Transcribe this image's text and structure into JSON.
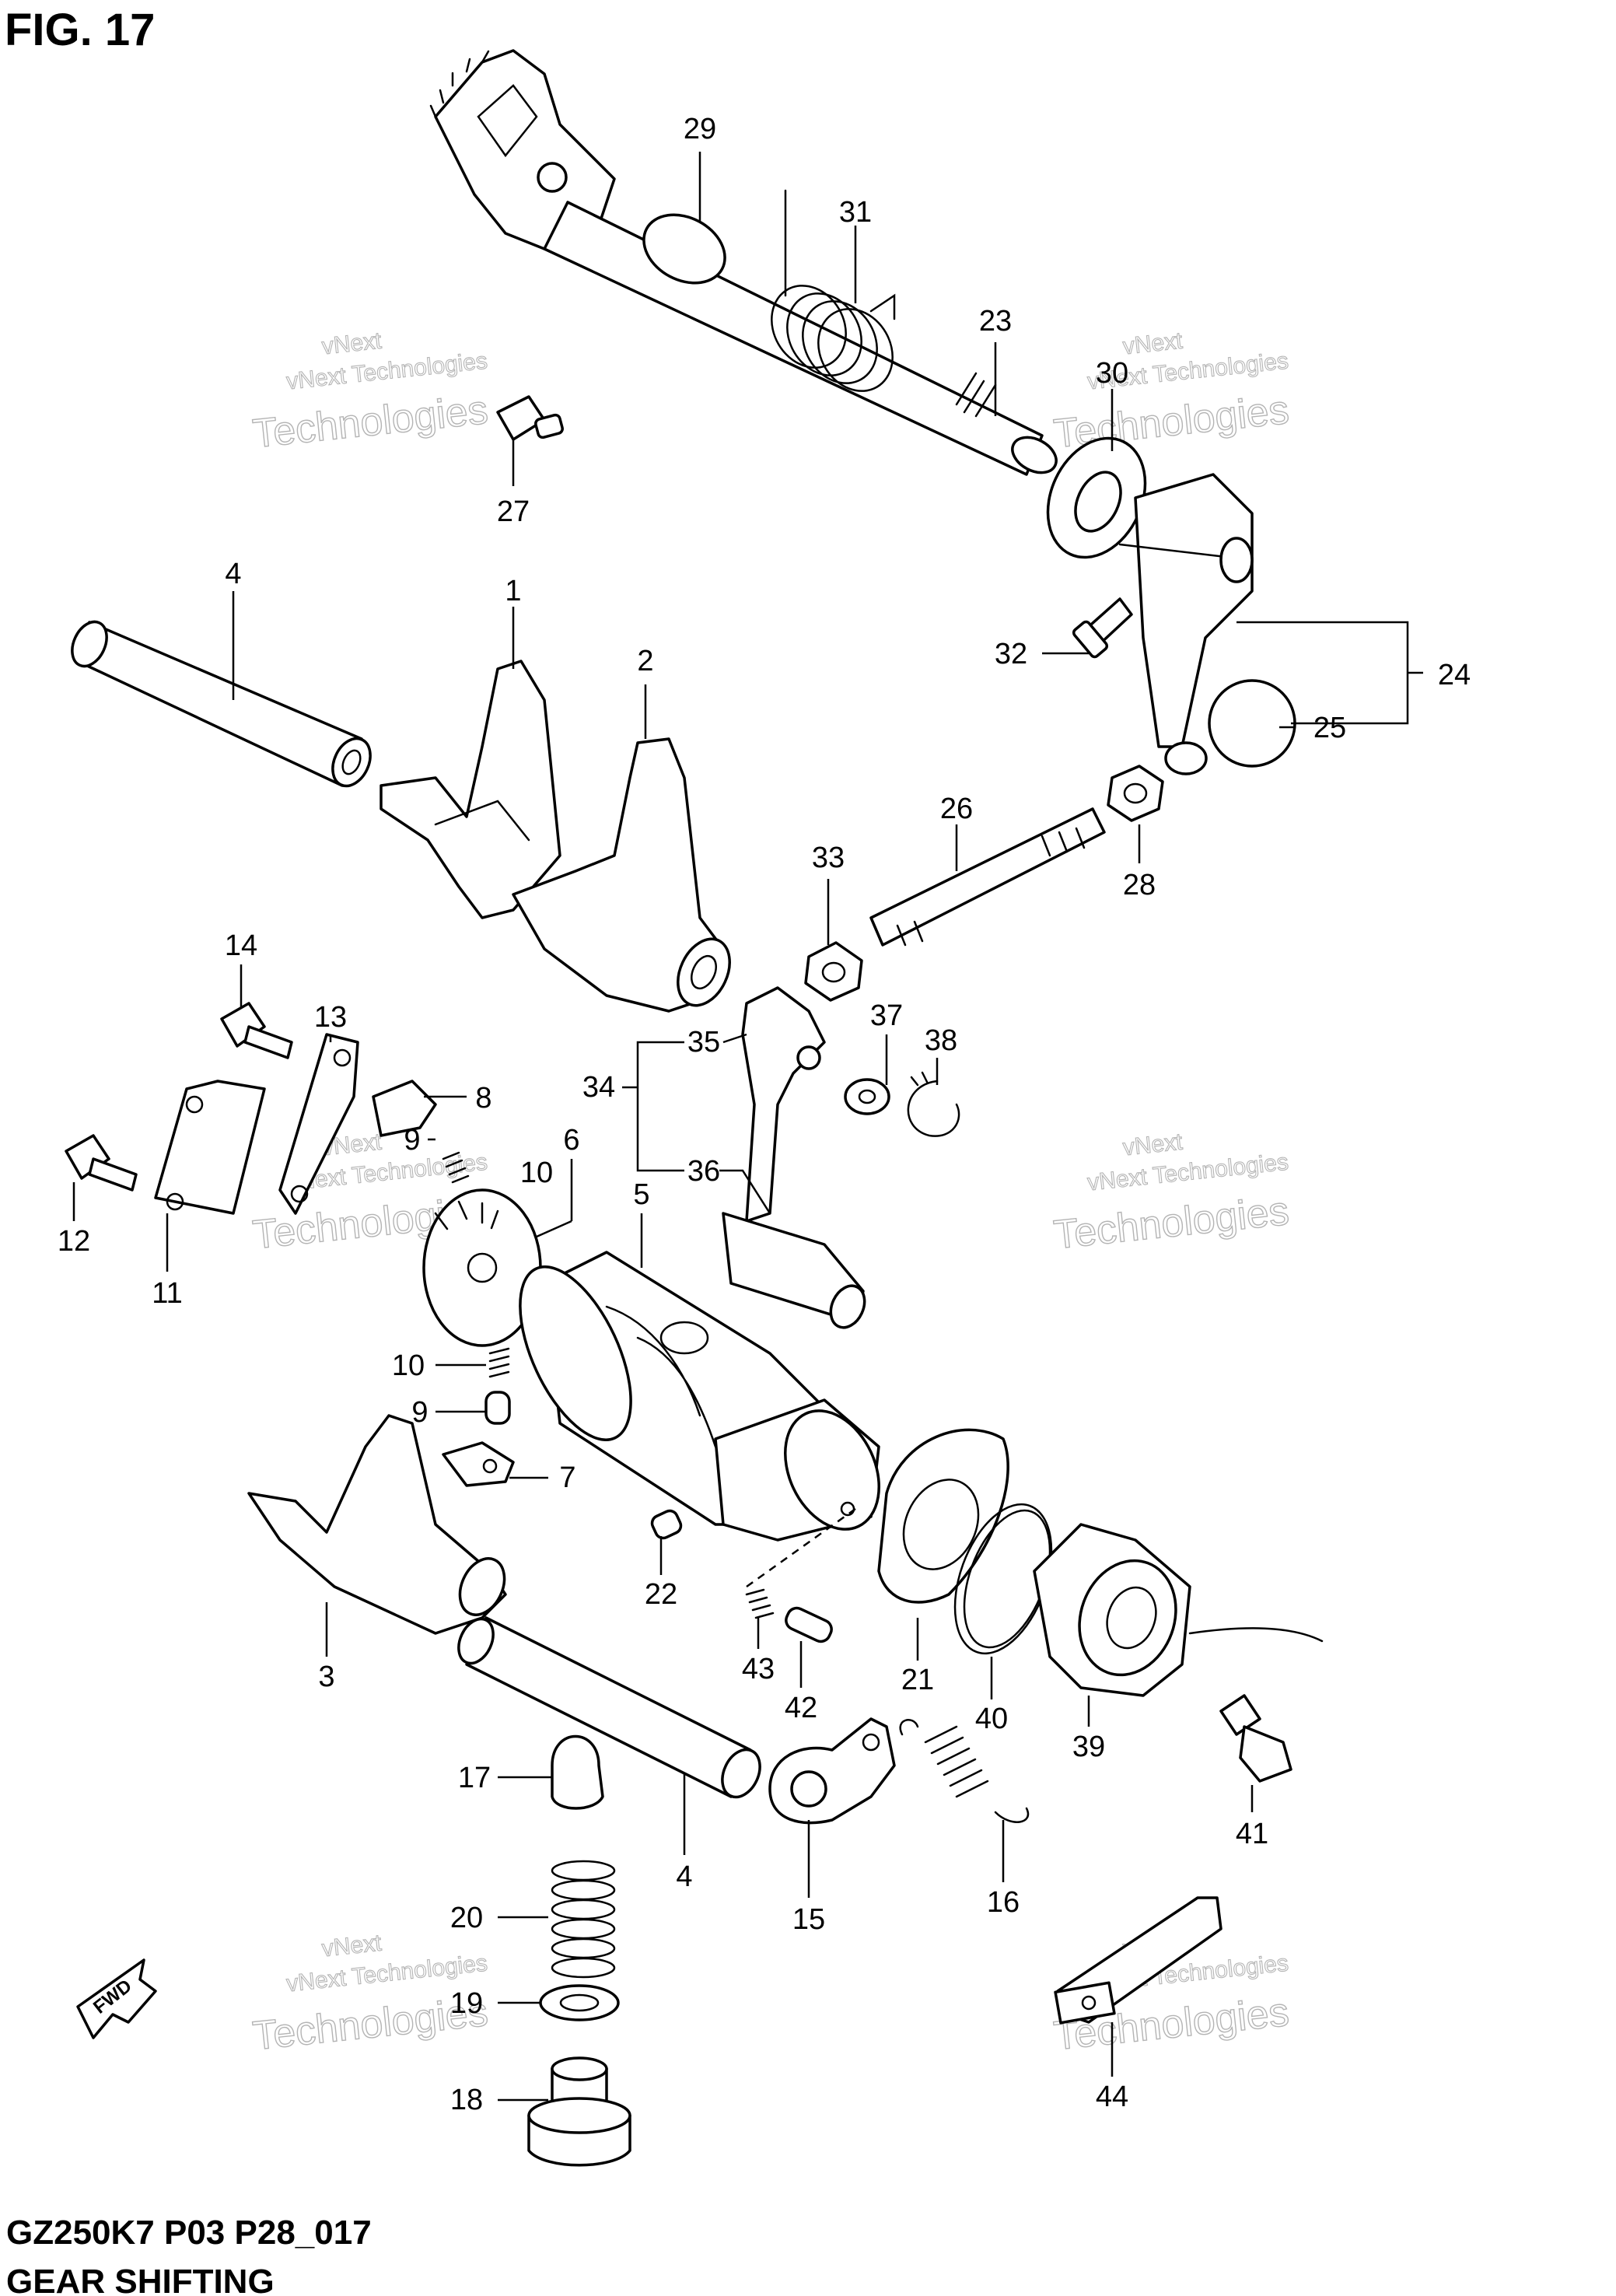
{
  "figure": {
    "title": "FIG. 17",
    "model_code": "GZ250K7 P03 P28_017",
    "subtitle": "GEAR SHIFTING"
  },
  "direction_marker": "FWD",
  "watermark": {
    "line1": "vNext",
    "line2": "vNext Technologies",
    "line3": "Technologies"
  },
  "callouts": [
    {
      "id": "c1",
      "label": "1"
    },
    {
      "id": "c2",
      "label": "2"
    },
    {
      "id": "c3",
      "label": "3"
    },
    {
      "id": "c4a",
      "label": "4"
    },
    {
      "id": "c4b",
      "label": "4"
    },
    {
      "id": "c5",
      "label": "5"
    },
    {
      "id": "c6",
      "label": "6"
    },
    {
      "id": "c7",
      "label": "7"
    },
    {
      "id": "c8",
      "label": "8"
    },
    {
      "id": "c9a",
      "label": "9"
    },
    {
      "id": "c9b",
      "label": "9"
    },
    {
      "id": "c10a",
      "label": "10"
    },
    {
      "id": "c10b",
      "label": "10"
    },
    {
      "id": "c11",
      "label": "11"
    },
    {
      "id": "c12",
      "label": "12"
    },
    {
      "id": "c13",
      "label": "13"
    },
    {
      "id": "c14",
      "label": "14"
    },
    {
      "id": "c15",
      "label": "15"
    },
    {
      "id": "c16",
      "label": "16"
    },
    {
      "id": "c17",
      "label": "17"
    },
    {
      "id": "c18",
      "label": "18"
    },
    {
      "id": "c19",
      "label": "19"
    },
    {
      "id": "c20",
      "label": "20"
    },
    {
      "id": "c21",
      "label": "21"
    },
    {
      "id": "c22",
      "label": "22"
    },
    {
      "id": "c23",
      "label": "23"
    },
    {
      "id": "c24",
      "label": "24"
    },
    {
      "id": "c25",
      "label": "25"
    },
    {
      "id": "c26",
      "label": "26"
    },
    {
      "id": "c27",
      "label": "27"
    },
    {
      "id": "c28",
      "label": "28"
    },
    {
      "id": "c29",
      "label": "29"
    },
    {
      "id": "c30",
      "label": "30"
    },
    {
      "id": "c31",
      "label": "31"
    },
    {
      "id": "c32",
      "label": "32"
    },
    {
      "id": "c33",
      "label": "33"
    },
    {
      "id": "c34",
      "label": "34"
    },
    {
      "id": "c35",
      "label": "35"
    },
    {
      "id": "c36",
      "label": "36"
    },
    {
      "id": "c37",
      "label": "37"
    },
    {
      "id": "c38",
      "label": "38"
    },
    {
      "id": "c39",
      "label": "39"
    },
    {
      "id": "c40",
      "label": "40"
    },
    {
      "id": "c41",
      "label": "41"
    },
    {
      "id": "c42",
      "label": "42"
    },
    {
      "id": "c43",
      "label": "43"
    },
    {
      "id": "c44",
      "label": "44"
    }
  ]
}
